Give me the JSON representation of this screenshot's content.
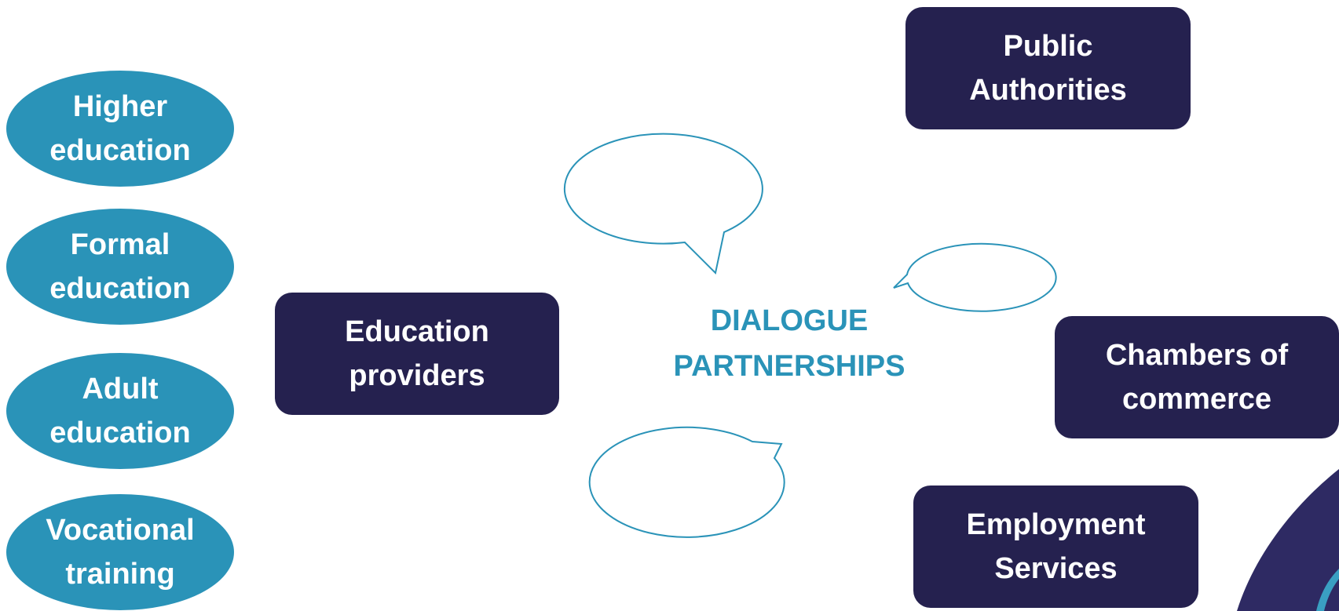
{
  "colors": {
    "ellipse_fill": "#2a93b8",
    "box_fill": "#25214f",
    "center_text": "#2a93b8",
    "bubble_stroke": "#2a93b8",
    "text_on_dark": "#ffffff"
  },
  "education_types": [
    {
      "line1": "Higher",
      "line2": "education"
    },
    {
      "line1": "Formal",
      "line2": "education"
    },
    {
      "line1": "Adult",
      "line2": "education"
    },
    {
      "line1": "Vocational",
      "line2": "training"
    }
  ],
  "education_providers": {
    "line1": "Education",
    "line2": "providers"
  },
  "center": {
    "line1": "DIALOGUE",
    "line2": "PARTNERSHIPS"
  },
  "public_authorities": {
    "line1": "Public",
    "line2": "Authorities"
  },
  "chambers_of_commerce": {
    "line1": "Chambers of",
    "line2": "commerce"
  },
  "employment_services": {
    "line1": "Employment",
    "line2": "Services"
  }
}
